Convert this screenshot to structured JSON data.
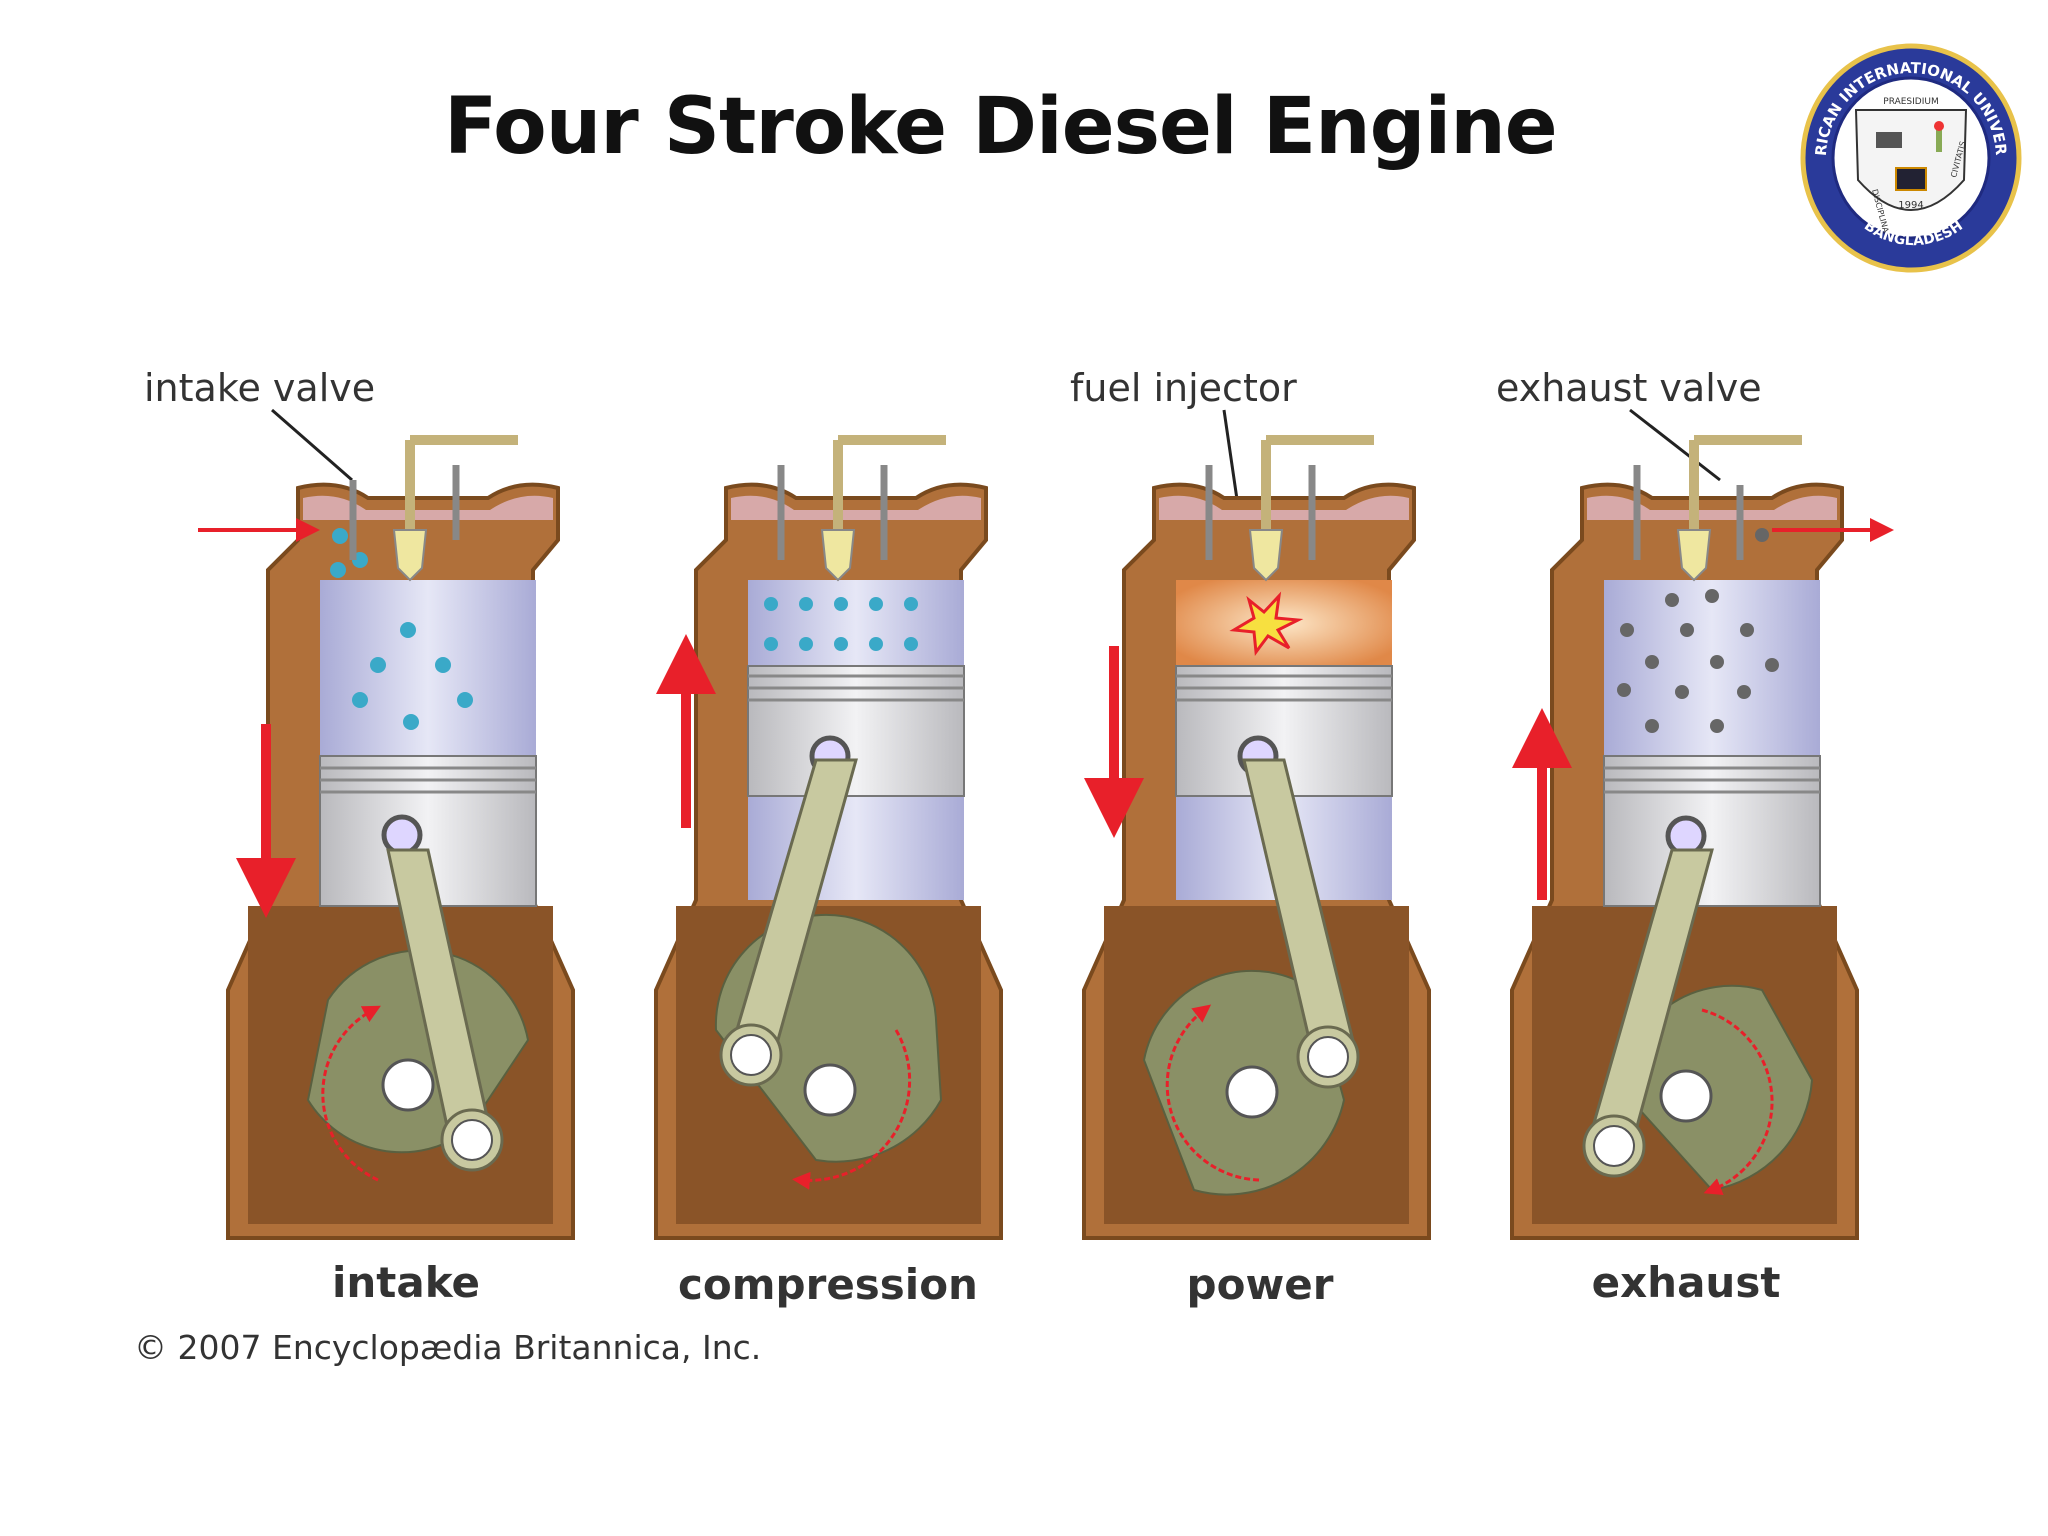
{
  "slide": {
    "title": "Four Stroke Diesel Engine"
  },
  "logo": {
    "top_text": "AMERICAN INTERNATIONAL UNIVERSITY",
    "country": "BANGLADESH",
    "motto_top": "PRAESIDIUM",
    "motto_left": "DISCIPLINA",
    "motto_right": "CIVITATIS",
    "year": "1994"
  },
  "callouts": {
    "intake_valve": "intake valve",
    "fuel_injector": "fuel injector",
    "exhaust_valve": "exhaust valve"
  },
  "strokes": [
    {
      "label": "intake"
    },
    {
      "label": "compression"
    },
    {
      "label": "power"
    },
    {
      "label": "exhaust"
    }
  ],
  "copyright": "© 2007 Encyclopædia Britannica, Inc.",
  "colors": {
    "block_brown": "#b0703a",
    "block_dark": "#7a4a1e",
    "cylinder_blue": "#c8cae8",
    "piston_silver": "#d9d9dc",
    "rod_olive": "#c8c9a0",
    "crank_olive": "#8a9066",
    "arrow_red": "#e8202a",
    "intake_dots": "#3aa9c8",
    "exhaust_dots": "#666666",
    "combustion": "#f0a060"
  }
}
